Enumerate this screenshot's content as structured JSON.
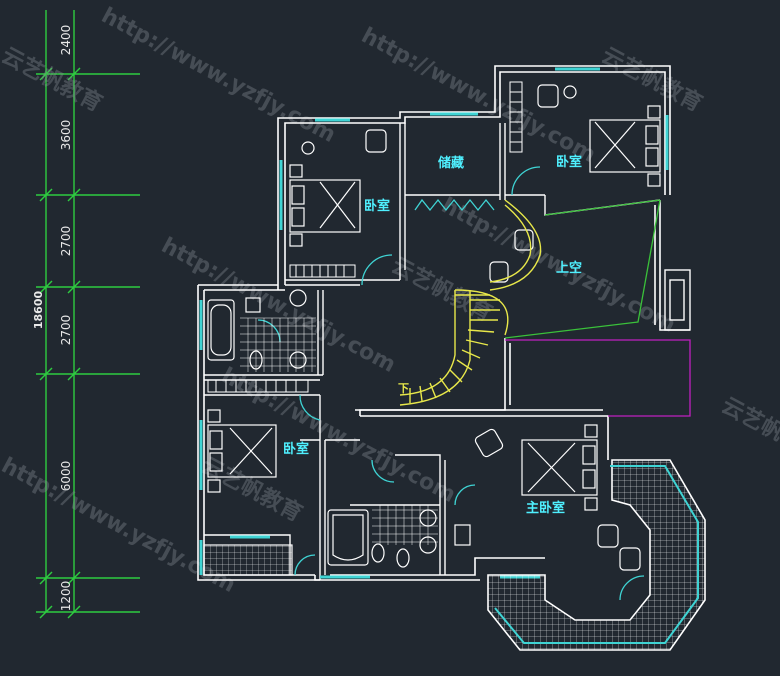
{
  "dimensions": {
    "segments": [
      "2400",
      "3600",
      "2700",
      "2700",
      "6000",
      "1200"
    ],
    "total": "18600"
  },
  "rooms": {
    "bedroom_ne": "卧室",
    "storage": "储藏",
    "bedroom_n": "卧室",
    "void": "上空",
    "bedroom_w": "卧室",
    "master_bedroom": "主卧室",
    "stair_down": "下"
  },
  "watermarks": [
    "http://www.yzfjy.com",
    "云艺帆教育"
  ],
  "colors": {
    "background": "#212830",
    "wall": "#ffffff",
    "window": "#3fd4d4",
    "dimension": "#2ecc40",
    "stair": "#e8e84a",
    "void_line": "#3ac13a",
    "magenta": "#c020c0"
  }
}
